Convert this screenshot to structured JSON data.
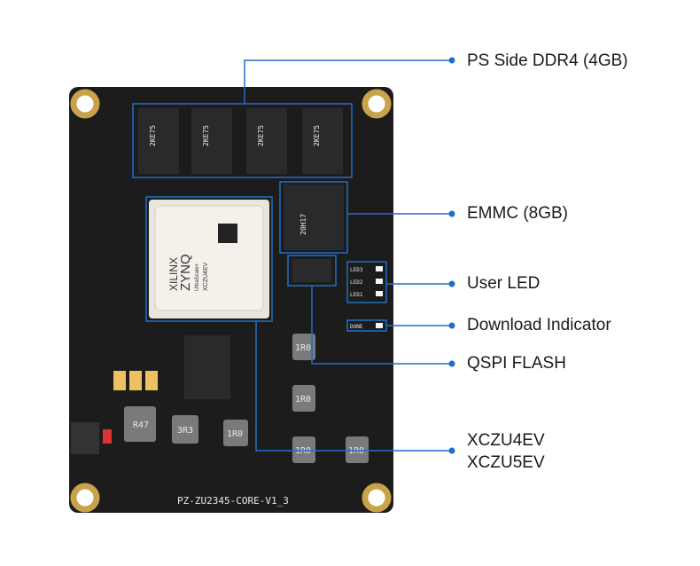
{
  "callouts": [
    {
      "id": "ddr",
      "label": "PS Side DDR4 (4GB)"
    },
    {
      "id": "emmc",
      "label": "EMMC (8GB)"
    },
    {
      "id": "led",
      "label": "User LED"
    },
    {
      "id": "done",
      "label": "Download Indicator"
    },
    {
      "id": "qspi",
      "label": "QSPI FLASH"
    },
    {
      "id": "fpga",
      "label_line1": "XCZU4EV",
      "label_line2": "XCZU5EV"
    }
  ],
  "board": {
    "name": "PZ-ZU2345-CORE-V1_3",
    "fpga_brand": "XILINX",
    "fpga_family": "ZYNQ",
    "fpga_series": "UltraScale+",
    "fpga_part": "XCZU4EV",
    "ddr_marking": "2KE75",
    "emmc_marking": "20H17",
    "inductors": [
      "R47",
      "3R3",
      "1R0",
      "1R0",
      "1R0",
      "1R0",
      "1R0"
    ],
    "leds": [
      "LED3",
      "LED2",
      "LED1",
      "DONE"
    ]
  },
  "colors": {
    "accent": "#1e6fc8",
    "board": "#1c1c1c",
    "gold": "#c9a24a"
  }
}
